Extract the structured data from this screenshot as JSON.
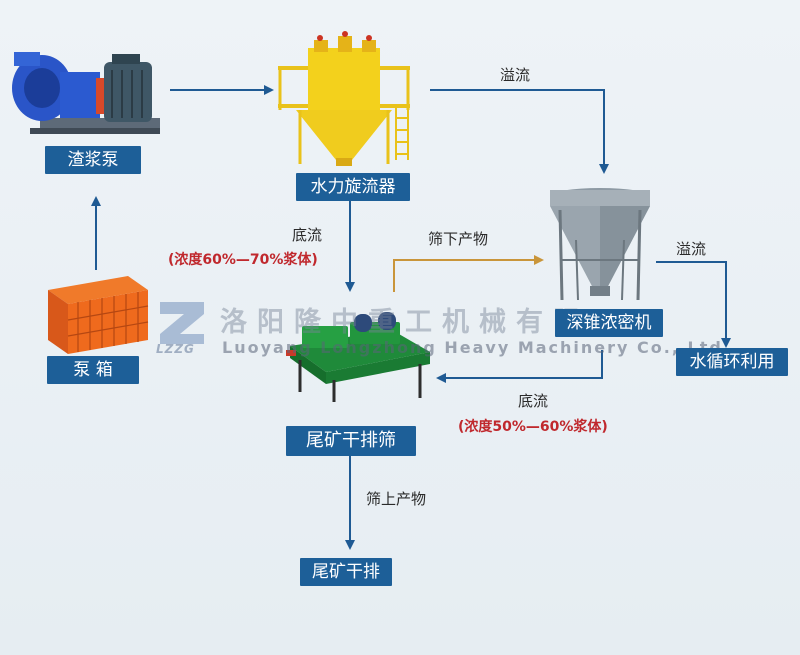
{
  "nodes": {
    "slurry_pump": "渣浆泵",
    "pump_box": "泵 箱",
    "hydrocyclone": "水力旋流器",
    "deep_cone_thickener": "深锥浓密机",
    "tailings_dewatering_screen": "尾矿干排筛",
    "water_recycling": "水循环利用",
    "tailings_dry_discharge": "尾矿干排"
  },
  "flows": {
    "overflow_top": "溢流",
    "overflow_right": "溢流",
    "underflow_cyclone": "底流",
    "underflow_cyclone_note": "(浓度60%—70%浆体)",
    "undersize_product": "筛下产物",
    "underflow_thickener": "底流",
    "underflow_thickener_note": "(浓度50%—60%浆体)",
    "oversize_product": "筛上产物"
  },
  "watermark": {
    "company_cn": "洛阳隆中重工机械有限",
    "company_en": "Luoyang Longzhong Heavy Machinery Co., Ltd",
    "logo": "LZZG"
  },
  "colors": {
    "label_bg": "#1d5f98",
    "arrow_blue": "#1f5a93",
    "arrow_tan": "#c9953a",
    "note_red": "#c0282d"
  }
}
